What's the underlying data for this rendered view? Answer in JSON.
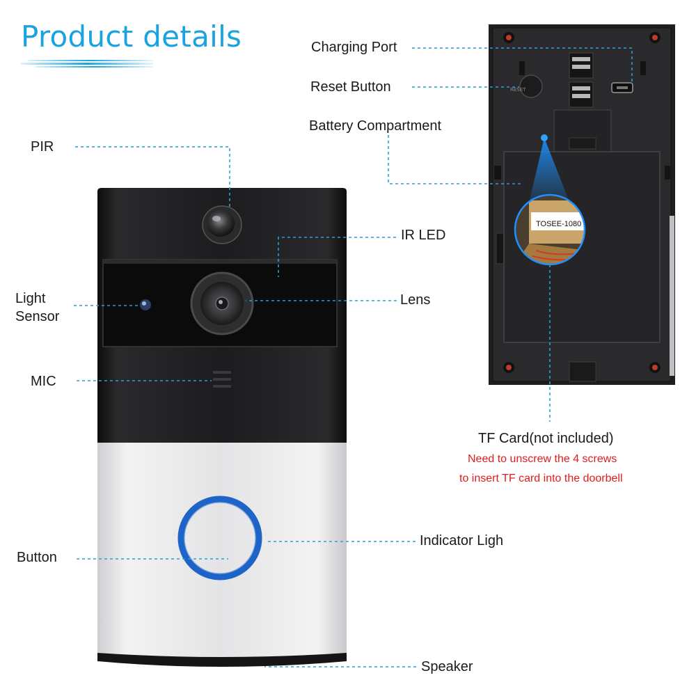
{
  "header": {
    "title": "Product details"
  },
  "labels": {
    "pir": "PIR",
    "light_sensor_line1": "Light",
    "light_sensor_line2": "Sensor",
    "mic": "MIC",
    "button": "Button",
    "ir_led": "IR LED",
    "lens": "Lens",
    "indicator_light": "Indicator Ligh",
    "speaker": "Speaker",
    "charging_port": "Charging Port",
    "reset_button": "Reset Button",
    "battery_compartment": "Battery Compartment",
    "tf_card": "TF Card(not included)"
  },
  "notes": {
    "line1": "Need to unscrew the 4 screws",
    "line2": "to insert TF card into the doorbell"
  },
  "device_back": {
    "card_text": "TOSEE-1080"
  },
  "colors": {
    "title_blue": "#1aa3df",
    "leader_line": "#2a9fd6",
    "indicator_ring": "#1e63c8",
    "warning_red": "#e01c1c",
    "housing_black": "#1b1b1d",
    "housing_silver": "#e6e6e8"
  }
}
